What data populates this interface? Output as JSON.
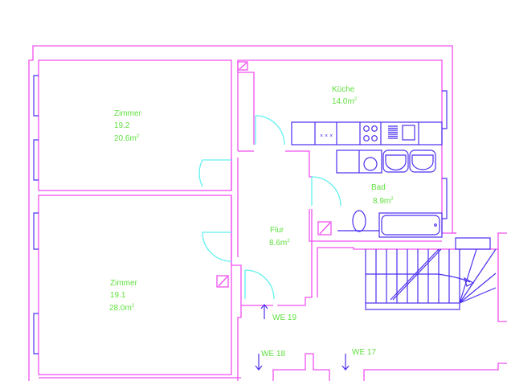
{
  "rooms": {
    "zimmer_top": {
      "name": "Zimmer",
      "number": "19.2",
      "area": "20.6m",
      "unit_sup": "2"
    },
    "zimmer_bottom": {
      "name": "Zimmer",
      "number": "19.1",
      "area": "28.0m",
      "unit_sup": "2"
    },
    "kueche": {
      "name": "Küche",
      "area": "14.0m",
      "unit_sup": "2"
    },
    "bad": {
      "name": "Bad",
      "area": "8.9m",
      "unit_sup": "2"
    },
    "flur": {
      "name": "Flur",
      "area": "8.6m",
      "unit_sup": "2"
    }
  },
  "entrances": [
    {
      "label": "WE 19",
      "direction": "up"
    },
    {
      "label": "WE 18",
      "direction": "down"
    },
    {
      "label": "WE 17",
      "direction": "down"
    }
  ],
  "colors": {
    "walls": "#f050f0",
    "fixtures": "#4a30f0",
    "doors": "#60f0f0",
    "labels": "#60e040"
  }
}
